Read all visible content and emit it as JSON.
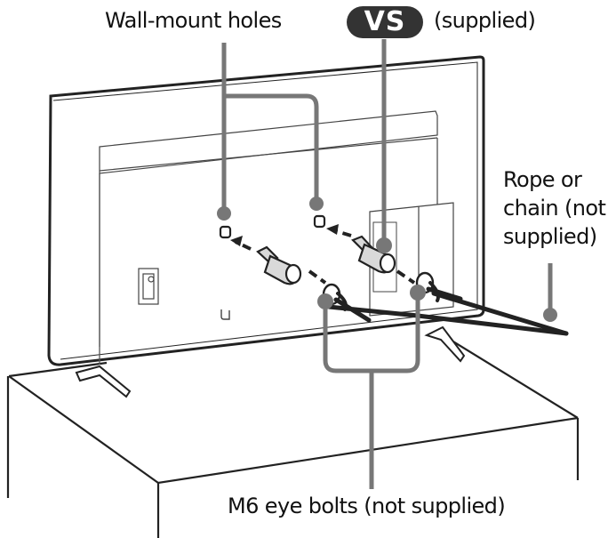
{
  "diagram": {
    "title": "TV anti-tip securing with rope or chain",
    "callouts": {
      "wall_mount_holes": "Wall-mount holes",
      "vs_screw_badge": "VS",
      "vs_screw_note": "(supplied)",
      "rope_or_chain_lines": [
        "Rope or",
        "chain (not",
        "supplied)"
      ],
      "eye_bolts": "M6 eye bolts (not supplied)"
    },
    "colors": {
      "outline": "#222222",
      "callout_line": "#777777",
      "badge_bg": "#333333",
      "badge_text": "#ffffff",
      "screw_fill": "#d9d9d9"
    }
  }
}
